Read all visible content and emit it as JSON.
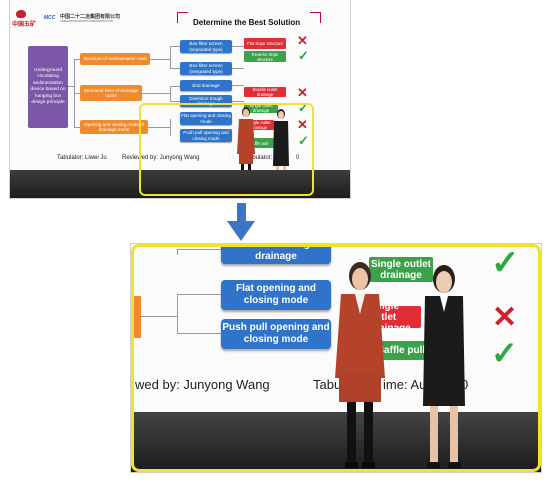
{
  "top_slide": {
    "logo_cn": "中国五矿",
    "logo_company_cn": "中国二十二冶集团有限公司",
    "logo_company_en": "CHINA MCC22 GROUP CORPORATION LTD.",
    "mcc_mark": "MCC",
    "title": "Determine the Best Solution",
    "root_text": "Underground circulating sedimentation device based on hanging box design principle",
    "orange": [
      "Structure of sedimentation tank",
      "Structural form of drainage outlet",
      "Opening and closing mode of drainage mode"
    ],
    "blue": [
      "Box-filter screen (separated type)",
      "Box-filter screen (integrated type)",
      "End drainage",
      "Diversion trough drainage",
      "Flat opening and closing mode",
      "Push pull opening and closing mode"
    ],
    "red": [
      "Flat slope structure",
      "Double outlet drainage",
      "Single outlet drainage"
    ],
    "green": [
      "Reverse slope structure",
      "Single outlet drainage",
      "Baffle pull"
    ],
    "tabulator": "Tabulator: Liwei Ju",
    "reviewer": "Reviewed by: Junyong Wang",
    "tab2": "Tabulator: Au",
    "tab2_tail": "0"
  },
  "bottom_slide": {
    "blue": [
      "Diversion trough drainage",
      "Flat opening and closing mode",
      "Push pull opening and closing mode"
    ],
    "green_top": "Single outlet drainage",
    "red_mid": "Single outlet drainage",
    "green_bottom": "Baffle pull",
    "reviewer": "wed by: Junyong Wang",
    "tab_label": "Tabu",
    "tab_tail": "ime: Au",
    "tab_num": "0"
  },
  "colors": {
    "blue": "#2f74c8",
    "orange": "#ee8b2f",
    "purple": "#7c56a8",
    "red": "#e02d36",
    "green": "#3ca24a",
    "highlight": "#f2e32a",
    "arrow": "#3d74c5"
  }
}
